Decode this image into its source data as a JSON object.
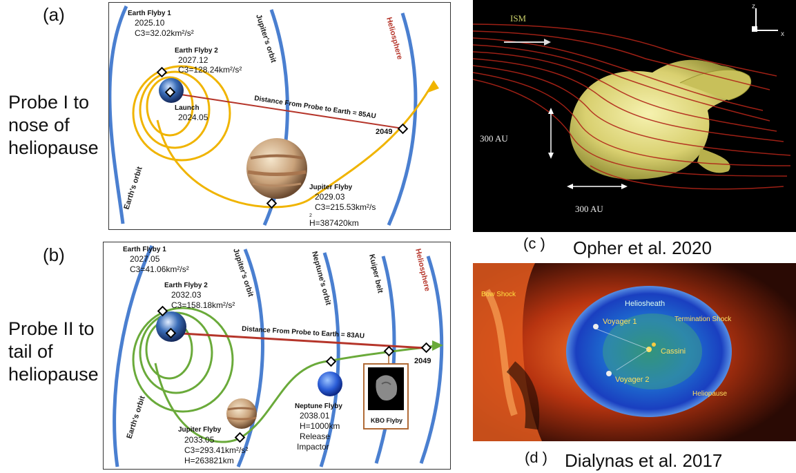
{
  "panels": {
    "a": {
      "tag": "(a)",
      "probe_lines": [
        "Probe I to",
        "nose of",
        "heliopause"
      ],
      "earth_flyby1": {
        "title": "Earth Flyby 1",
        "date": "2025.10",
        "c3": "C3=32.02km²/s²"
      },
      "earth_flyby2": {
        "title": "Earth Flyby 2",
        "date": "2027.12",
        "c3": "C3=128.24km²/s²"
      },
      "launch": {
        "title": "Launch",
        "date": "2024.05"
      },
      "distance": "Distance From Probe to Earth = 85AU",
      "year": "2049",
      "jupiter_flyby": {
        "title": "Jupiter Flyby",
        "date": "2029.03",
        "c3": "C3=215.53km²/s",
        "c3_exp": "2",
        "h": "H=387420km"
      },
      "orbits": {
        "earth": "Earth's orbit",
        "jupiter": "Jupiter's orbit",
        "helio": "Heliosphere"
      }
    },
    "b": {
      "tag": "(b)",
      "probe_lines": [
        "Probe II to",
        "tail of",
        "heliopause"
      ],
      "earth_flyby1": {
        "title": "Earth Flyby 1",
        "date": "2027.05",
        "c3": "C3=41.06km²/s²"
      },
      "earth_flyby2": {
        "title": "Earth Flyby 2",
        "date": "2032.03",
        "c3": "C3=158.18km²/s²"
      },
      "distance": "Distance From Probe to Earth = 83AU",
      "year": "2049",
      "jupiter_flyby": {
        "title": "Jupiter Flyby",
        "date": "2033.05",
        "c3": "C3=293.41km²/s²",
        "h": "H=263821km"
      },
      "neptune_flyby": {
        "title": "Neptune Flyby",
        "date": "2038.01",
        "h": "H=1000km",
        "release": "Release",
        "impactor": "Impactor"
      },
      "kbo": "KBO Flyby",
      "orbits": {
        "earth": "Earth's orbit",
        "jupiter": "Jupiter's orbit",
        "neptune": "Neptune's orbit",
        "kuiper": "Kuiper belt",
        "helio": "Heliosphere"
      }
    },
    "c": {
      "tag": "(c )",
      "citation": "Opher et al. 2020",
      "ism": "ISM",
      "scale_v": "300 AU",
      "scale_h": "300 AU",
      "axis_z": "z",
      "axis_x": "x"
    },
    "d": {
      "tag": "(d )",
      "citation": "Dialynas et al. 2017",
      "labels": {
        "bow": "Bow Shock",
        "heliosheath": "Heliosheath",
        "term": "Termination Shock",
        "v1": "Voyager 1",
        "cassini": "Cassini",
        "v2": "Voyager 2",
        "helio": "Heliopause"
      }
    }
  },
  "colors": {
    "orbit": "#4a7fd0",
    "traj_a": "#f0b400",
    "traj_b": "#6aaa3a",
    "distance": "#b5352a"
  }
}
